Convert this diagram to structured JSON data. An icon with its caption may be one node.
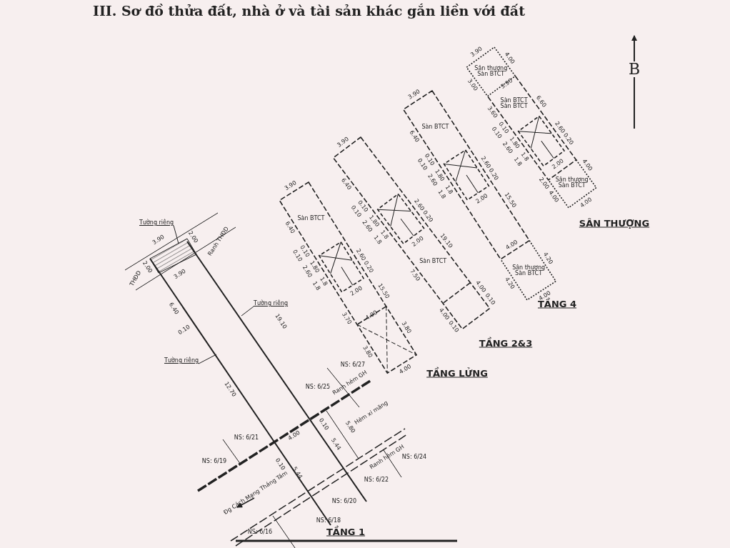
{
  "diagram": {
    "title": "III. Sơ đồ thửa đất, nhà ở và tài sản khác gắn liền với đất",
    "nodes": [
      {
        "text": [
          "Tường riêng"
        ]
      },
      {
        "text": [
          "Tường riêng"
        ]
      },
      {
        "text": [
          "Tường riêng"
        ]
      }
    ],
    "edges": [
      {
        "from": 0,
        "to": null,
        "arrow": "none"
      },
      {
        "from": 1,
        "to": null,
        "arrow": "none"
      },
      {
        "from": 2,
        "to": null,
        "arrow": "none"
      }
    ],
    "labels": [
      "B",
      "3.90",
      "4.00",
      "Sân thượng Sàn BTCT",
      "3.00",
      "3.90",
      "Sàn BTCT Sàn BTCT",
      "3.60",
      "6.60",
      "0.10",
      "1.80",
      "0.10",
      "2.60",
      "2.60",
      "0.20",
      "1.8",
      "1.8",
      "2.00",
      "2.00",
      "4.00",
      "Sân thượng Sàn BTCT",
      "4.00",
      "4.00",
      "SÂN THƯỢNG",
      "3.90",
      "6.40",
      "Sàn BTCT",
      "0.10",
      "1.80",
      "0.10",
      "2.60",
      "2.60",
      "0.20",
      "1.8",
      "1.8",
      "2.00",
      "15.50",
      "4.00",
      "4.20",
      "Sân thượng Sàn BTCT",
      "4.20",
      "4.00",
      "TẦNG 4",
      "3.90",
      "6.40",
      "0.10",
      "1.80",
      "0.10",
      "2.60",
      "2.60",
      "0.20",
      "1.8",
      "1.8",
      "2.00",
      "19.10",
      "Sàn BTCT",
      "7.50",
      "4.00",
      "0.10",
      "4.00",
      "0.10",
      "TẦNG 2&3",
      "3.90",
      "6.40",
      "Sàn BTCT",
      "0.10",
      "1.80",
      "0.10",
      "2.60",
      "2.60",
      "0.20",
      "1.8",
      "1.8",
      "2.00",
      "15.50",
      "3.70",
      "4.00",
      "3.80",
      "3.80",
      "4.00",
      "TẦNG LỬNG",
      "3.90",
      "2.00",
      "3.90",
      "2.00",
      "THĐD",
      "Ranh THĐD",
      "6.40",
      "0.10",
      "19.10",
      "12.70",
      "4.00",
      "0.10",
      "5.44",
      "5.80",
      "0.10",
      "5.44",
      "Hẻm xi măng",
      "Ranh hẻm GH",
      "Ranh hẻm GH",
      "Đg Cách Mạng Tháng Tám",
      "NS: 6/27",
      "NS: 6/25",
      "NS: 6/21",
      "NS: 6/19",
      "NS: 6/24",
      "NS: 6/22",
      "NS: 6/20",
      "NS: 6/18",
      "NS: 6/16",
      "TẦNG 1"
    ]
  }
}
